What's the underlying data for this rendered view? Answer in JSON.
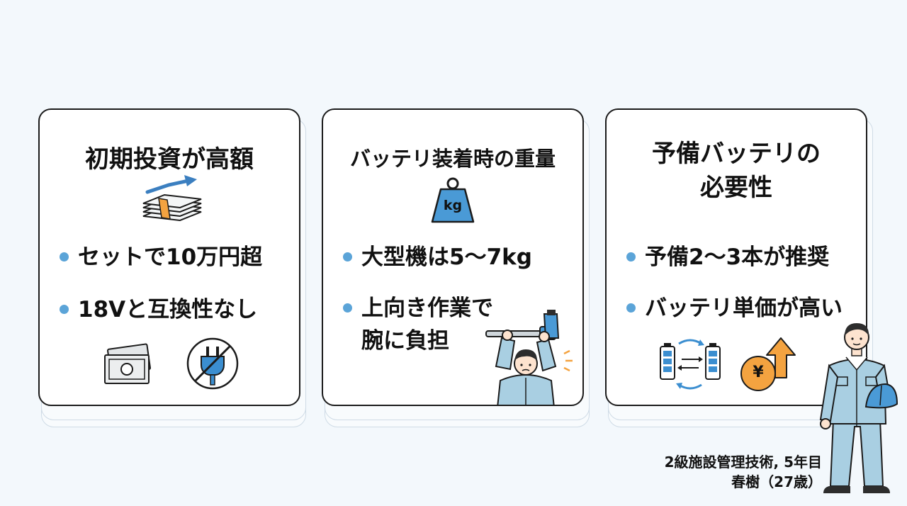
{
  "cards": [
    {
      "title": "初期投資が高額",
      "bullets": [
        "セットで10万円超",
        "18Vと互換性なし"
      ],
      "icons": [
        "money-stack-arrow-icon",
        "banknote-icon",
        "no-plug-icon"
      ]
    },
    {
      "title": "バッテリ装着時の重量",
      "weight_label": "kg",
      "bullets": [
        "大型機は5〜7kg",
        "上向き作業で",
        "腕に負担"
      ],
      "icons": [
        "kg-weight-icon",
        "worker-drill-overhead-icon"
      ]
    },
    {
      "title_lines": [
        "予備バッテリの",
        "必要性"
      ],
      "bullets": [
        "予備2〜3本が推奨",
        "バッテリ単価が高い"
      ],
      "currency_symbol": "¥",
      "icons": [
        "battery-swap-icon",
        "yen-price-up-icon"
      ]
    }
  ],
  "person": {
    "role": "2級施設管理技術, 5年目",
    "name": "春樹（27歳）"
  },
  "colors": {
    "background": "#f3f8fc",
    "accent_blue": "#5ba4d8",
    "orange": "#f4a340",
    "uniform": "#a9cfe2"
  }
}
